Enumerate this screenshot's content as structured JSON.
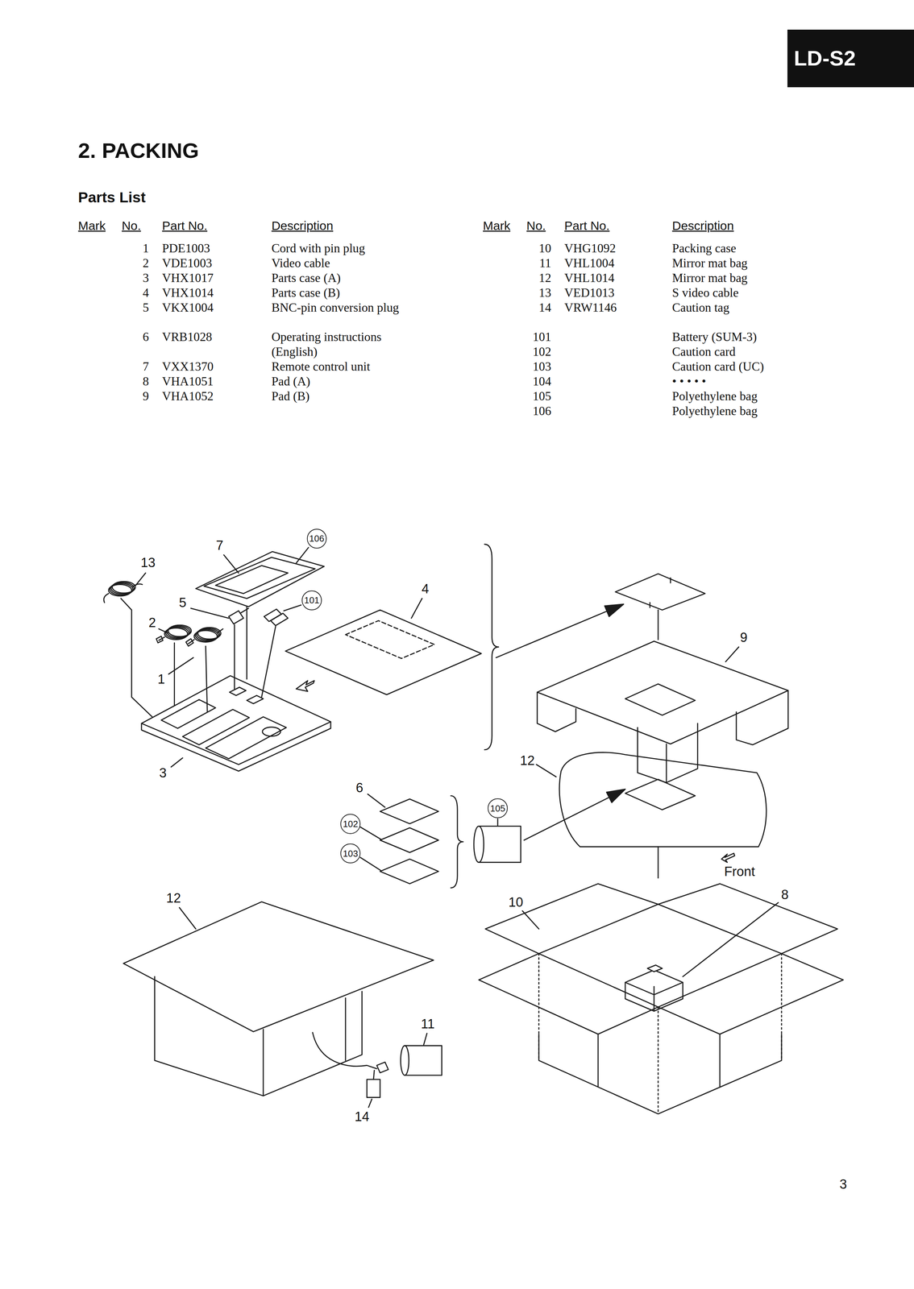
{
  "diagram": {
    "title": "2. PACKING",
    "nodes": [
      {
        "text": [
          "LD-S2"
        ]
      },
      {
        "text": [
          "106"
        ]
      },
      {
        "text": [
          "101"
        ]
      },
      {
        "text": [
          "105"
        ]
      },
      {
        "text": [
          "102"
        ]
      },
      {
        "text": [
          "103"
        ]
      }
    ],
    "labels": [
      "Parts List",
      "Mark",
      "No.",
      "Part No.",
      "Description",
      "Mark",
      "No.",
      "Part No.",
      "Description",
      "1",
      "PDE1003",
      "Cord with pin plug",
      "2",
      "VDE1003",
      "Video cable",
      "3",
      "VHX1017",
      "Parts case (A)",
      "4",
      "VHX1014",
      "Parts case (B)",
      "5",
      "VKX1004",
      "BNC-pin conversion plug",
      "6",
      "VRB1028",
      "Operating instructions (English)",
      "7",
      "VXX1370",
      "Remote control unit",
      "8",
      "VHA1051",
      "Pad (A)",
      "9",
      "VHA1052",
      "Pad (B)",
      "10",
      "VHG1092",
      "Packing case",
      "11",
      "VHL1004",
      "Mirror mat bag",
      "12",
      "VHL1014",
      "Mirror mat bag",
      "13",
      "VED1013",
      "S video cable",
      "14",
      "VRW1146",
      "Caution tag",
      "101",
      "Battery (SUM-3)",
      "102",
      "Caution card",
      "103",
      "Caution card (UC)",
      "104",
      "• • • • •",
      "105",
      "Polyethylene bag",
      "106",
      "Polyethylene bag",
      "13",
      "7",
      "5",
      "4",
      "2",
      "1",
      "3",
      "9",
      "12",
      "6",
      "Front",
      "12",
      "10",
      "8",
      "11",
      "14",
      "3"
    ]
  }
}
